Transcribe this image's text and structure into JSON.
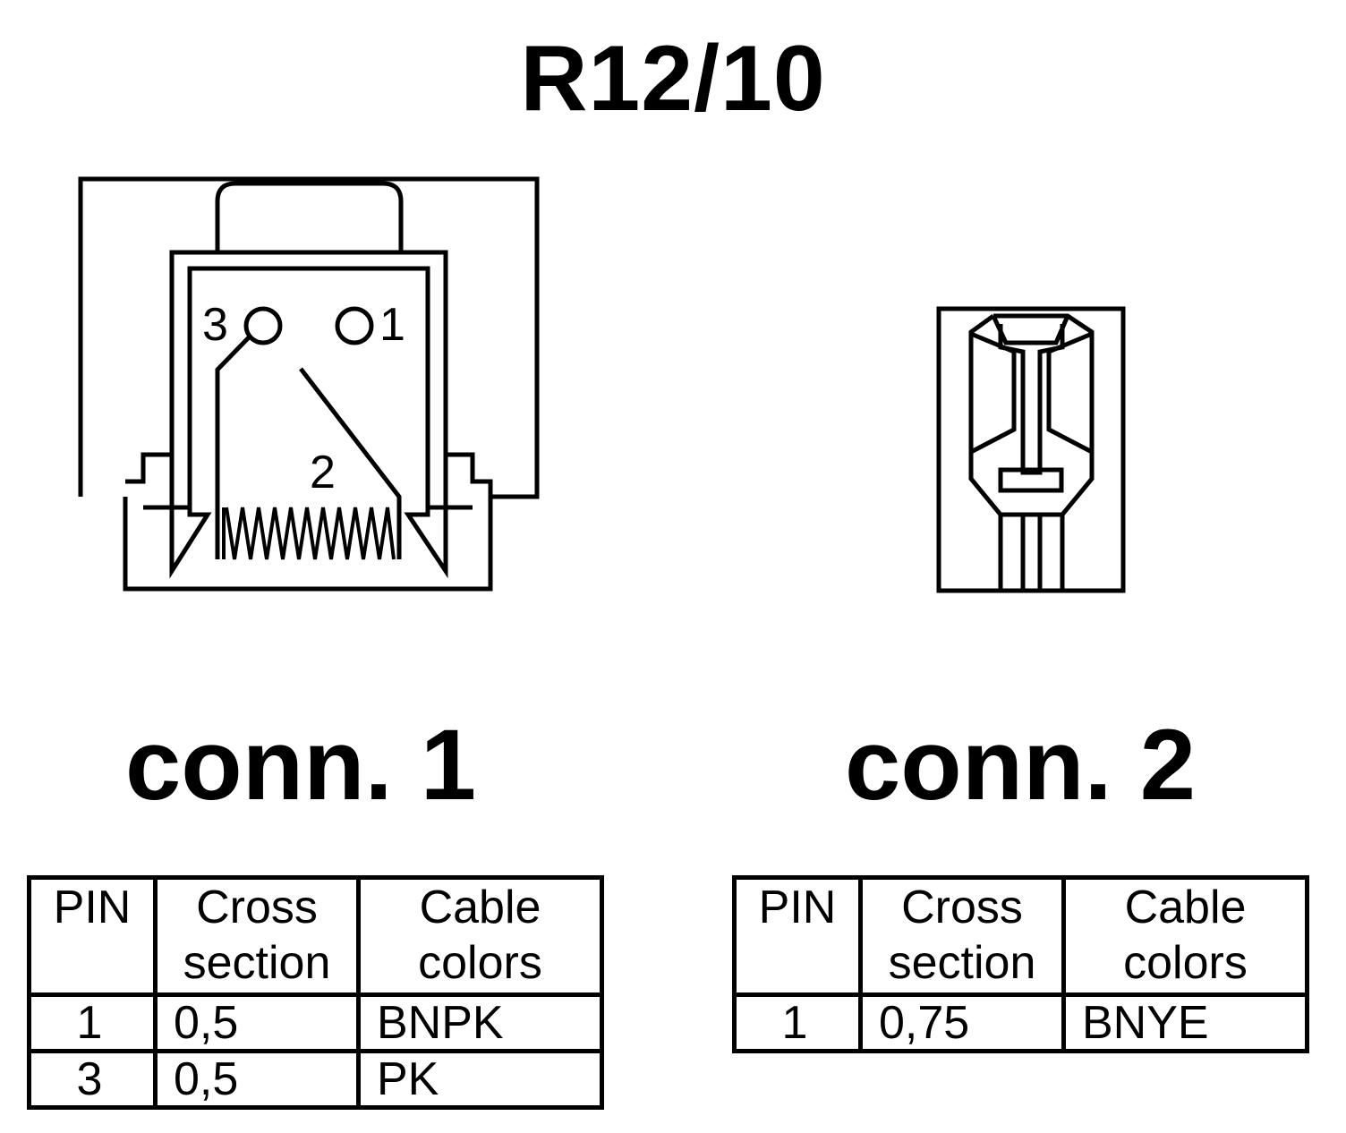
{
  "title": "R12/10",
  "connectors": [
    {
      "label": "conn. 1",
      "pin_labels": [
        "3",
        "1",
        "2"
      ],
      "table": {
        "headers": [
          "PIN",
          "Cross section",
          "Cable colors"
        ],
        "header_lines": [
          [
            "PIN"
          ],
          [
            "Cross",
            "section"
          ],
          [
            "Cable",
            "colors"
          ]
        ],
        "rows": [
          {
            "pin": "1",
            "cross": "0,5",
            "color": "BNPK"
          },
          {
            "pin": "3",
            "cross": "0,5",
            "color": "PK"
          }
        ]
      }
    },
    {
      "label": "conn. 2",
      "table": {
        "headers": [
          "PIN",
          "Cross section",
          "Cable colors"
        ],
        "header_lines": [
          [
            "PIN"
          ],
          [
            "Cross",
            "section"
          ],
          [
            "Cable",
            "colors"
          ]
        ],
        "rows": [
          {
            "pin": "1",
            "cross": "0,75",
            "color": "BNYE"
          }
        ]
      }
    }
  ]
}
